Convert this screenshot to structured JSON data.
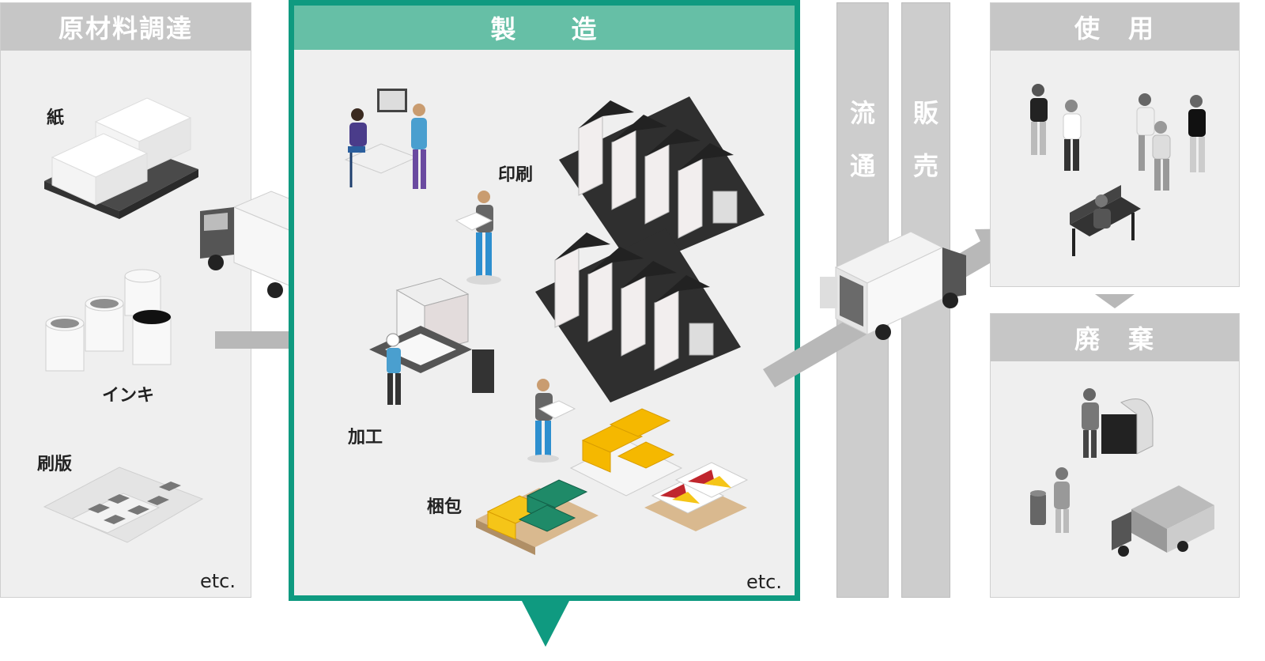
{
  "sections": {
    "raw_materials": {
      "title": "原材料調達",
      "items": [
        "紙",
        "インキ",
        "刷版"
      ],
      "etc": "etc."
    },
    "manufacturing": {
      "title": "製　　造",
      "items": [
        "印刷",
        "加工",
        "梱包"
      ],
      "etc": "etc."
    },
    "distribution": {
      "title_chars": [
        "流",
        "通"
      ]
    },
    "sales": {
      "title_chars": [
        "販",
        "売"
      ]
    },
    "use": {
      "title": "使　用"
    },
    "disposal": {
      "title": "廃　棄"
    }
  },
  "icons": [
    "truck-icon",
    "paper-stack-icon",
    "ink-can-icon",
    "printing-plate-icon",
    "printing-press-icon",
    "cutting-machine-icon",
    "worker-icon",
    "pallet-icon",
    "bench-person-icon",
    "garbage-truck-icon",
    "trash-bin-icon",
    "arrow-right-icon",
    "arrow-down-icon"
  ],
  "colors": {
    "accent_green": "#0f9a80",
    "header_green": "#66bfa6",
    "header_gray": "#c6c6c6",
    "panel_bg": "#efefef",
    "arrow_gray": "#b8b8b8"
  }
}
